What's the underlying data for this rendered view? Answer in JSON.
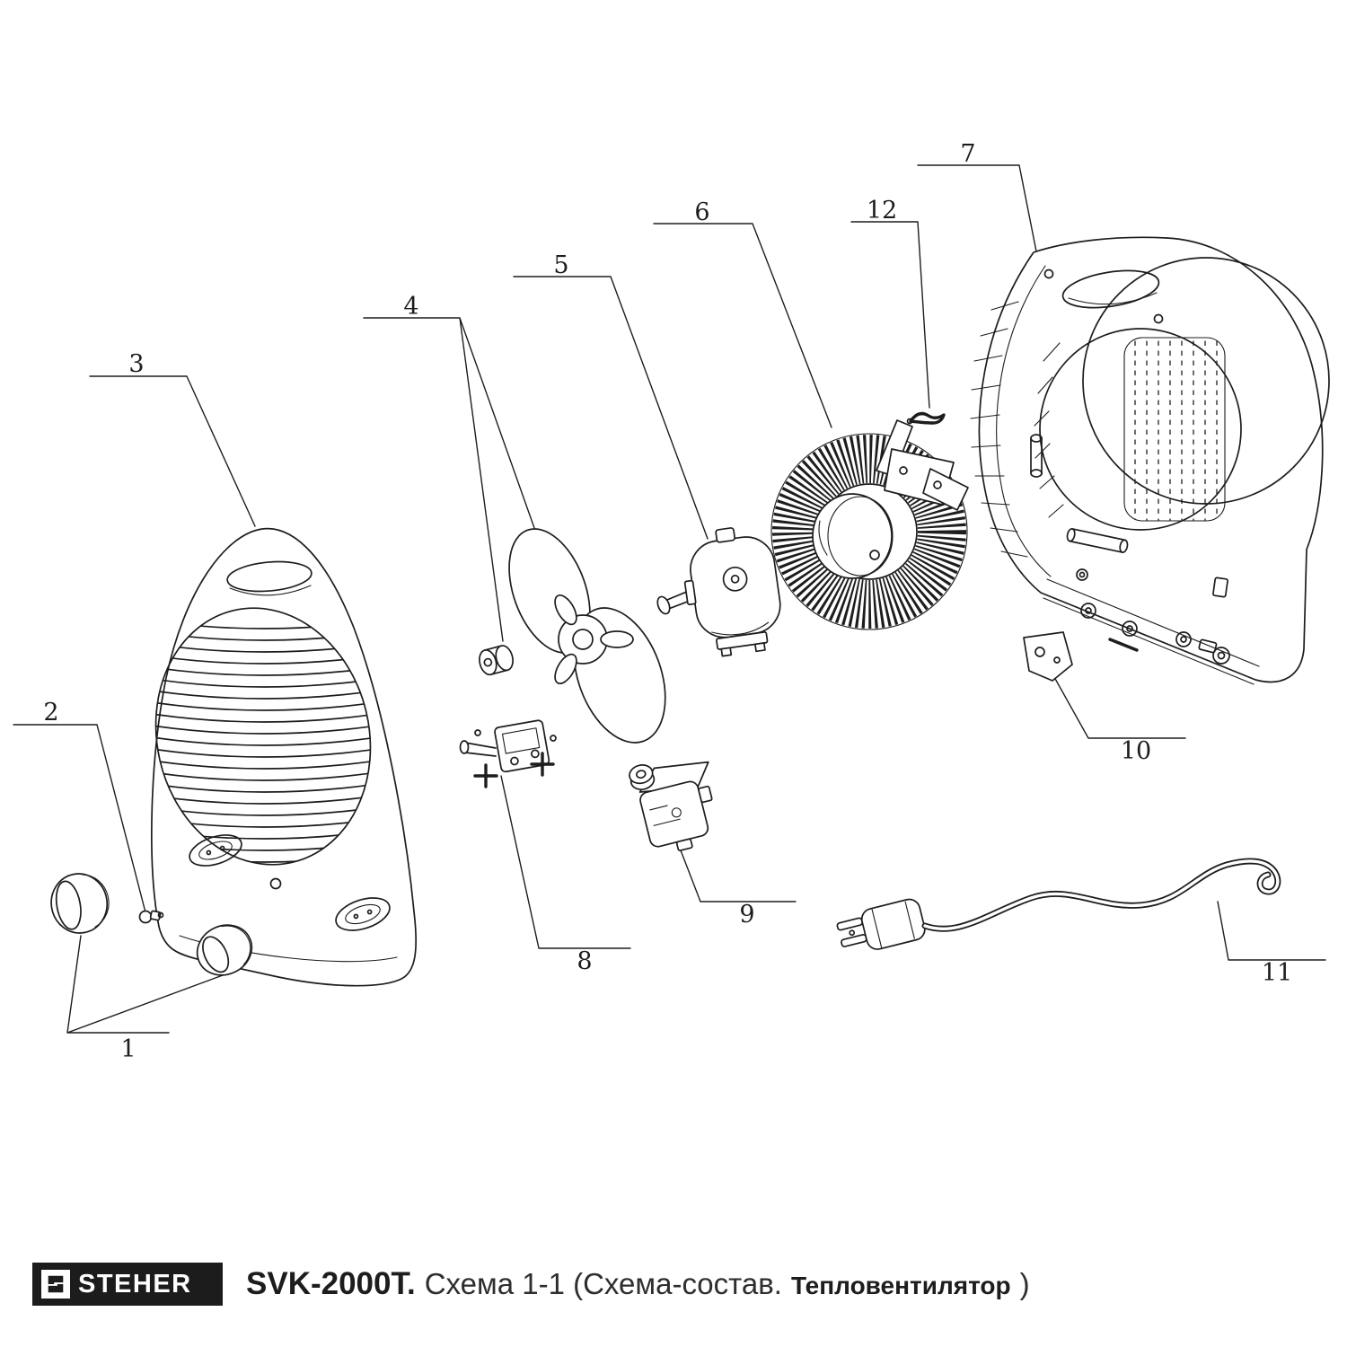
{
  "diagram": {
    "parts": [
      {
        "number": "1"
      },
      {
        "number": "2"
      },
      {
        "number": "3"
      },
      {
        "number": "4"
      },
      {
        "number": "5"
      },
      {
        "number": "6"
      },
      {
        "number": "7"
      },
      {
        "number": "8"
      },
      {
        "number": "9"
      },
      {
        "number": "10"
      },
      {
        "number": "11"
      },
      {
        "number": "12"
      }
    ]
  },
  "footer": {
    "brand": "STEHER",
    "model": "SVK-2000T.",
    "schema": "Схема 1-1 (Схема-состав.",
    "product": "Тепловентилятор",
    "paren_close": ")"
  },
  "colors": {
    "line": "#1d1d1d",
    "background": "#ffffff",
    "logo_background": "#1c1c1c",
    "logo_text": "#ffffff"
  }
}
